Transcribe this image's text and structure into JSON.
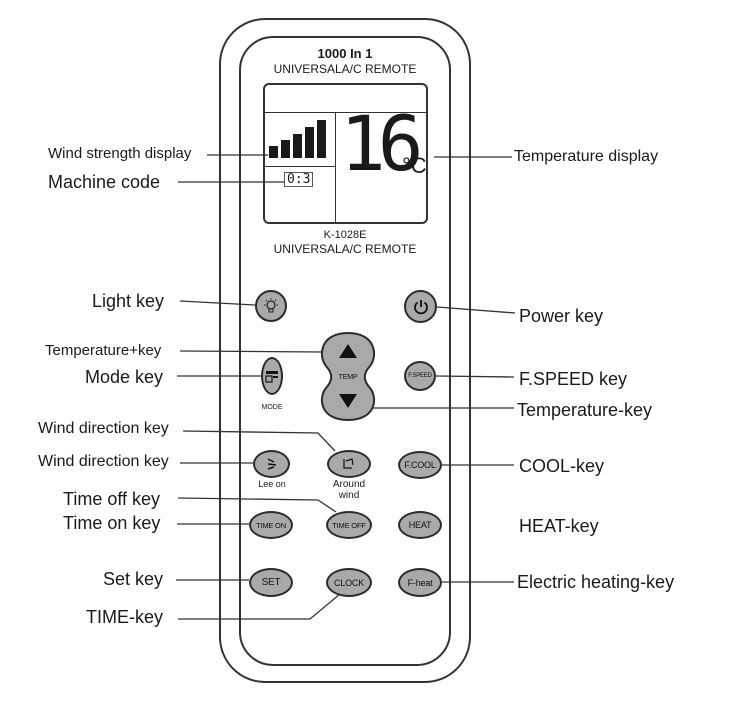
{
  "remote": {
    "brand_line1": "1000 In 1",
    "brand_line2": "UNIVERSALA/C REMOTE",
    "model": "K-1028E",
    "brand_line3": "UNIVERSALA/C REMOTE",
    "display": {
      "temperature": "16",
      "unit": "°C",
      "machine_code": "0:3",
      "wind_strength_level": 5
    },
    "buttons": {
      "temp_center": "TEMP",
      "fspeed": "F.SPEED",
      "mode": "MODE",
      "lee_on": "Lee on",
      "around_wind": "Around\nwind",
      "fcool": "F.COOL",
      "time_on": "TIME ON",
      "time_off": "TIME OFF",
      "heat": "HEAT",
      "set": "SET",
      "clock": "CLOCK",
      "fheat": "F-heat"
    }
  },
  "labels": {
    "wind_strength_display": "Wind strength display",
    "machine_code": "Machine code",
    "temperature_display": "Temperature display",
    "light_key": "Light key",
    "power_key": "Power key",
    "temperature_plus_key": "Temperature+key",
    "mode_key": "Mode key",
    "fspeed_key": "F.SPEED key",
    "temperature_minus_key": "Temperature-key",
    "wind_direction_key_1": "Wind direction key",
    "wind_direction_key_2": "Wind direction key",
    "cool_key": "COOL-key",
    "time_off_key": "Time off key",
    "time_on_key": "Time on key",
    "heat_key": "HEAT-key",
    "set_key": "Set key",
    "electric_heating_key": "Electric heating-key",
    "time_key": "TIME-key"
  },
  "colors": {
    "button_fill": "#a9a9a9",
    "outline": "#2b2b2b",
    "background": "#ffffff"
  }
}
